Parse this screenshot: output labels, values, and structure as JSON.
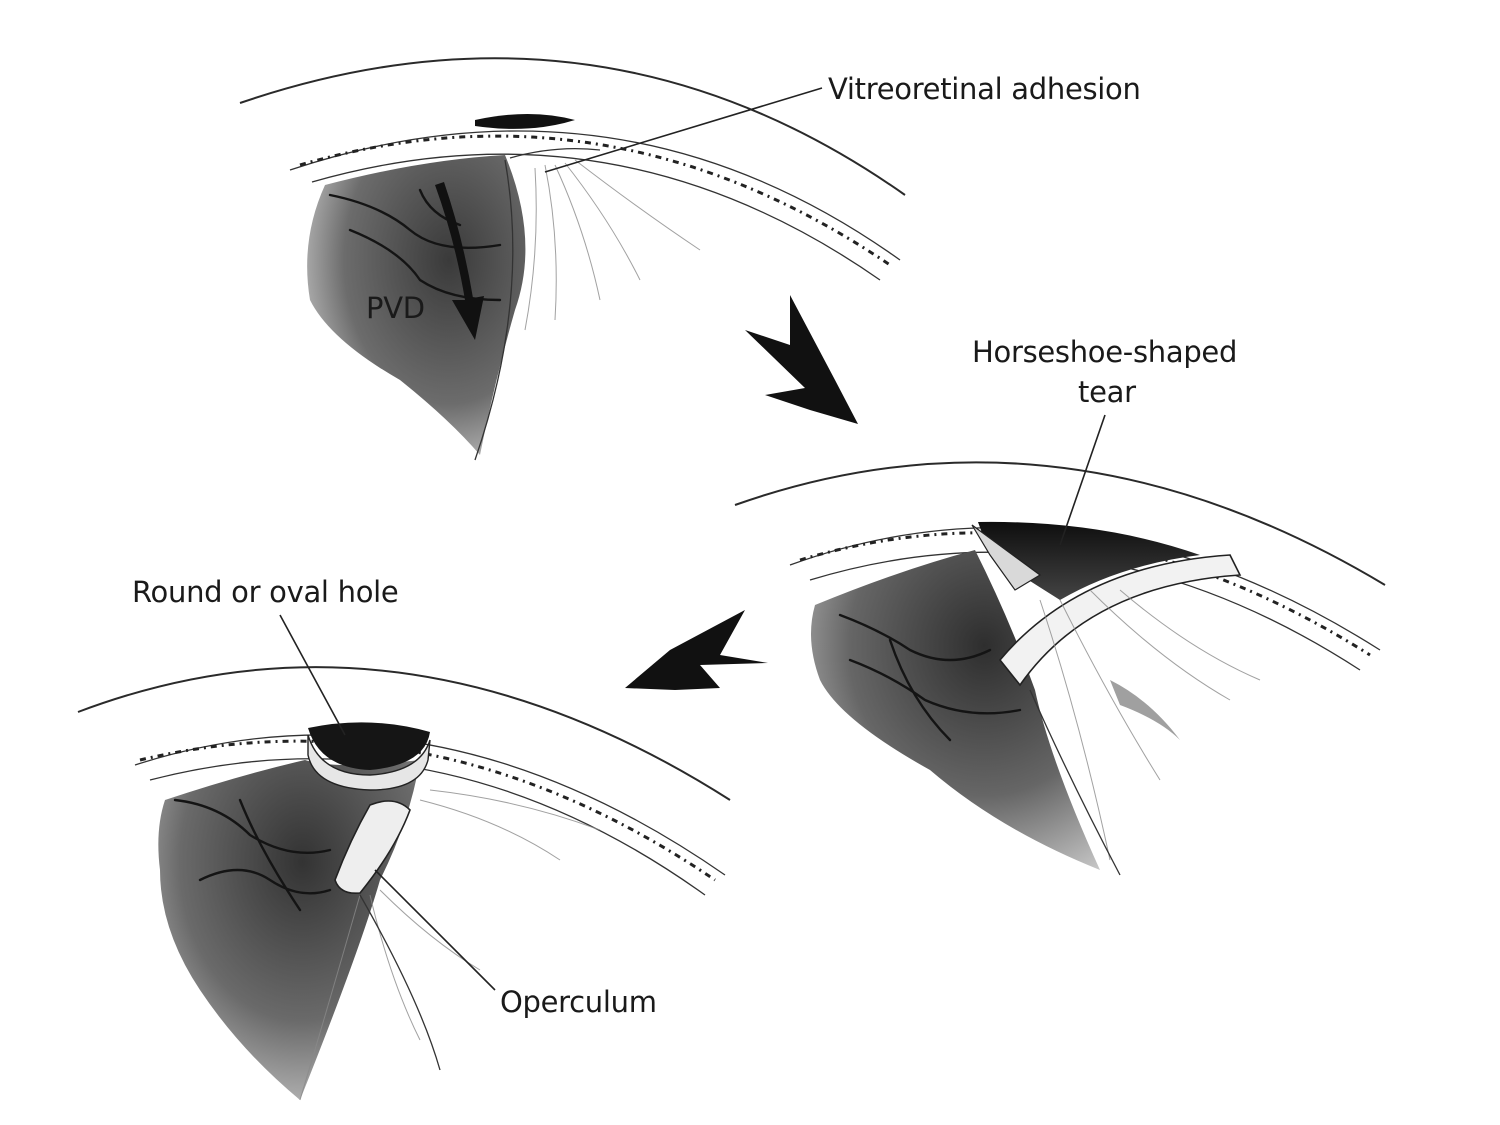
{
  "labels": {
    "vitreoretinal_adhesion": "Vitreoretinal adhesion",
    "pvd": "PVD",
    "horseshoe_tear_line1": "Horseshoe-shaped",
    "horseshoe_tear_line2": "tear",
    "round_hole": "Round or oval hole",
    "operculum": "Operculum"
  },
  "colors": {
    "background": "#ffffff",
    "ink": "#1a1a1a"
  }
}
